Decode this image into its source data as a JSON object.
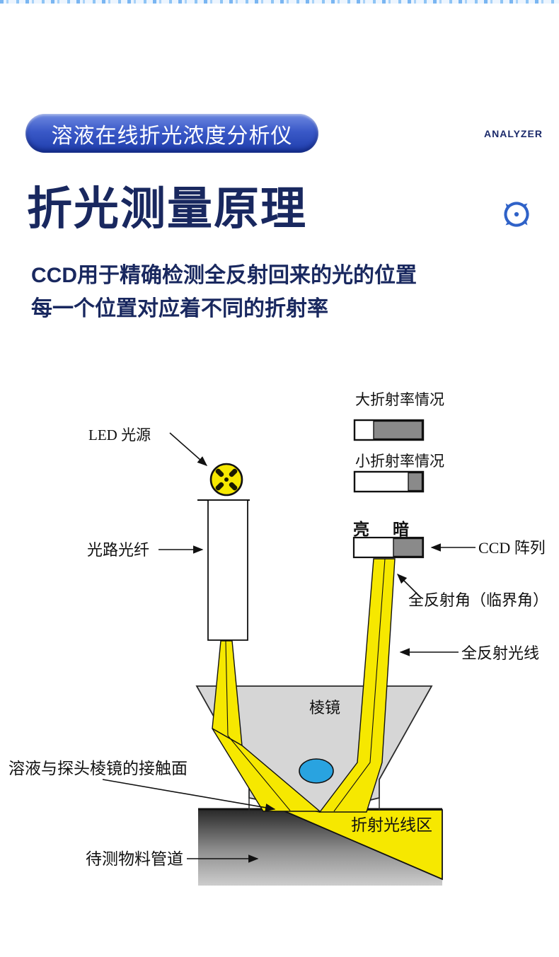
{
  "header": {
    "badge_label": "溶液在线折光浓度分析仪",
    "brand_text": "ANALYZER",
    "title": "折光测量原理",
    "subtitle_lines": [
      "CCD用于精确检测全反射回来的光的位置",
      "每一个位置对应着不同的折射率"
    ]
  },
  "diagram": {
    "labels": {
      "led_source": "LED 光源",
      "fiber": "光路光纤",
      "high_index_case": "大折射率情况",
      "low_index_case": "小折射率情况",
      "bright": "亮",
      "dark": "暗",
      "ccd_array": "CCD 阵列",
      "critical_angle": "全反射角（临界角）",
      "total_reflection_ray": "全反射光线",
      "prism": "棱镜",
      "contact_surface": "溶液与探头棱镜的接触面",
      "refraction_zone": "折射光线区",
      "pipe": "待测物料管道"
    },
    "colors": {
      "beam_yellow": "#f6e800",
      "prism_gray": "#d6d6d6",
      "ccd_gray": "#8a8a8a",
      "spot_blue": "#29a3e0"
    }
  },
  "theme": {
    "navy": "#19285f",
    "badge_top": "#6e89e0",
    "badge_bottom": "#1e3dab",
    "icon_blue": "#2f62c8",
    "strip_blue": "#8ec4f5"
  }
}
